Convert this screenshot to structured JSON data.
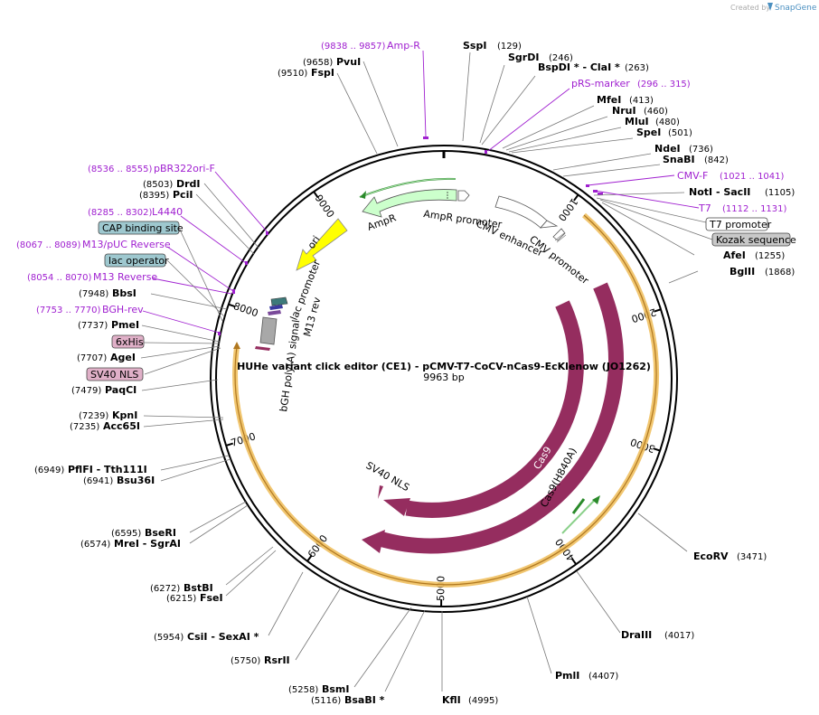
{
  "brand": {
    "created_by": "Created by",
    "name": "SnapGene"
  },
  "plasmid": {
    "name": "HUHe variant click editor (CE1) - pCMV-T7-CoCV-nCas9-EcKlenow (JO1262)",
    "length": "9963 bp"
  },
  "ticks": [
    "1000",
    "2000",
    "3000",
    "4000",
    "5000",
    "6000",
    "7000",
    "8000",
    "9000"
  ],
  "sites": [
    {
      "name": "SspI",
      "pos": "(129)"
    },
    {
      "name": "SgrDI",
      "pos": "(246)"
    },
    {
      "name": "BspDI * - ClaI *",
      "pos": "(263)"
    },
    {
      "name": "MfeI",
      "pos": "(413)"
    },
    {
      "name": "NruI",
      "pos": "(460)"
    },
    {
      "name": "MluI",
      "pos": "(480)"
    },
    {
      "name": "SpeI",
      "pos": "(501)"
    },
    {
      "name": "NdeI",
      "pos": "(736)"
    },
    {
      "name": "SnaBI",
      "pos": "(842)"
    },
    {
      "name": "NotI - SacII",
      "pos": "(1105)"
    },
    {
      "name": "AfeI",
      "pos": "(1255)"
    },
    {
      "name": "BglII",
      "pos": "(1868)"
    },
    {
      "name": "EcoRV",
      "pos": "(3471)"
    },
    {
      "name": "DraIII",
      "pos": "(4017)"
    },
    {
      "name": "PmlI",
      "pos": "(4407)"
    },
    {
      "name": "KflI",
      "pos": "(4995)"
    },
    {
      "name": "BsaBI *",
      "pos": "(5116)"
    },
    {
      "name": "BsmI",
      "pos": "(5258)"
    },
    {
      "name": "RsrII",
      "pos": "(5750)"
    },
    {
      "name": "CsiI - SexAI *",
      "pos": "(5954)"
    },
    {
      "name": "FseI",
      "pos": "(6215)"
    },
    {
      "name": "BstBI",
      "pos": "(6272)"
    },
    {
      "name": "MreI - SgrAI",
      "pos": "(6574)"
    },
    {
      "name": "BseRI",
      "pos": "(6595)"
    },
    {
      "name": "Bsu36I",
      "pos": "(6941)"
    },
    {
      "name": "PflFI - Tth111I",
      "pos": "(6949)"
    },
    {
      "name": "Acc65I",
      "pos": "(7235)"
    },
    {
      "name": "KpnI",
      "pos": "(7239)"
    },
    {
      "name": "PaqCI",
      "pos": "(7479)"
    },
    {
      "name": "AgeI",
      "pos": "(7707)"
    },
    {
      "name": "PmeI",
      "pos": "(7737)"
    },
    {
      "name": "BbsI",
      "pos": "(7948)"
    },
    {
      "name": "PciI",
      "pos": "(8395)"
    },
    {
      "name": "DrdI",
      "pos": "(8503)"
    },
    {
      "name": "FspI",
      "pos": "(9510)"
    },
    {
      "name": "PvuI",
      "pos": "(9658)"
    }
  ],
  "primers": [
    {
      "name": "Amp-R",
      "pos": "(9838 .. 9857)"
    },
    {
      "name": "pRS-marker",
      "pos": "(296 .. 315)"
    },
    {
      "name": "CMV-F",
      "pos": "(1021 .. 1041)"
    },
    {
      "name": "T7",
      "pos": "(1112 .. 1131)"
    },
    {
      "name": "pBR322ori-F",
      "pos": "(8536 .. 8555)"
    },
    {
      "name": "L4440",
      "pos": "(8285 .. 8302)"
    },
    {
      "name": "M13/pUC Reverse",
      "pos": "(8067 .. 8089)"
    },
    {
      "name": "M13 Reverse",
      "pos": "(8054 .. 8070)"
    },
    {
      "name": "BGH-rev",
      "pos": "(7753 .. 7770)"
    }
  ],
  "boxed_features": [
    {
      "name": "T7 promoter",
      "color": "#ffffff"
    },
    {
      "name": "Kozak sequence",
      "color": "#c8c8c8"
    },
    {
      "name": "CAP binding site",
      "color": "#9ec8cf"
    },
    {
      "name": "lac operator",
      "color": "#9ec8cf"
    },
    {
      "name": "6xHis",
      "color": "#e0b0c8"
    },
    {
      "name": "SV40 NLS",
      "color": "#e0b0c8"
    }
  ],
  "arc_labels": {
    "amp_promoter": "AmpR promoter",
    "amp": "AmpR",
    "cmv_enh": "CMV enhancer",
    "cmv_prom": "CMV promoter",
    "ori": "ori",
    "lac": "lac promoter",
    "m13": "M13 rev",
    "bgh": "bGH poly(A) signal",
    "cas9": "Cas9",
    "cas9h": "Cas9(H840A)",
    "sv40": "SV40 NLS"
  },
  "colors": {
    "cas9": "#952d5f",
    "amp": "#ccffcc",
    "ori": "#ffff00",
    "orange": "#f0c060",
    "primer": "#a020d0"
  }
}
